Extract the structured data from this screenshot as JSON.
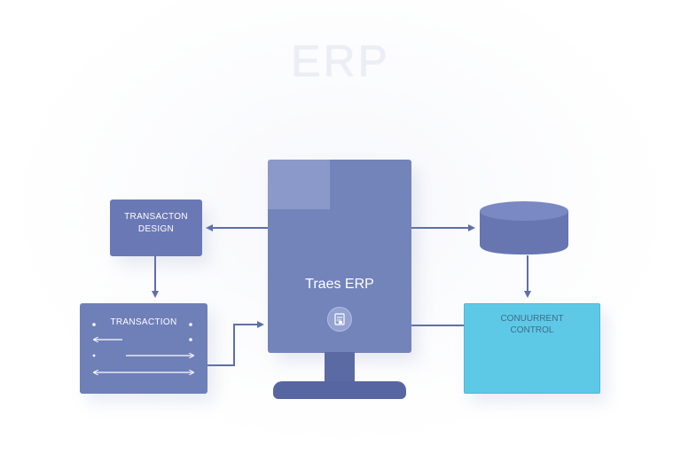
{
  "title": "ERP",
  "design_box": {
    "line1": "TRANSACTON",
    "line2": "DESIGN"
  },
  "transaction_box": {
    "label": "TRANSACTION"
  },
  "server": {
    "label": "Traes ERP",
    "icon": "document-icon"
  },
  "concurrent_box": {
    "line1": "CONUURRENT",
    "line2": "CONTROL"
  },
  "database": {
    "icon": "database-cylinder-icon"
  },
  "colors": {
    "primary": "#7384ba",
    "dark": "#5766a0",
    "accent_cyan": "#5ec9e6",
    "arrow": "#5e6ea8"
  }
}
